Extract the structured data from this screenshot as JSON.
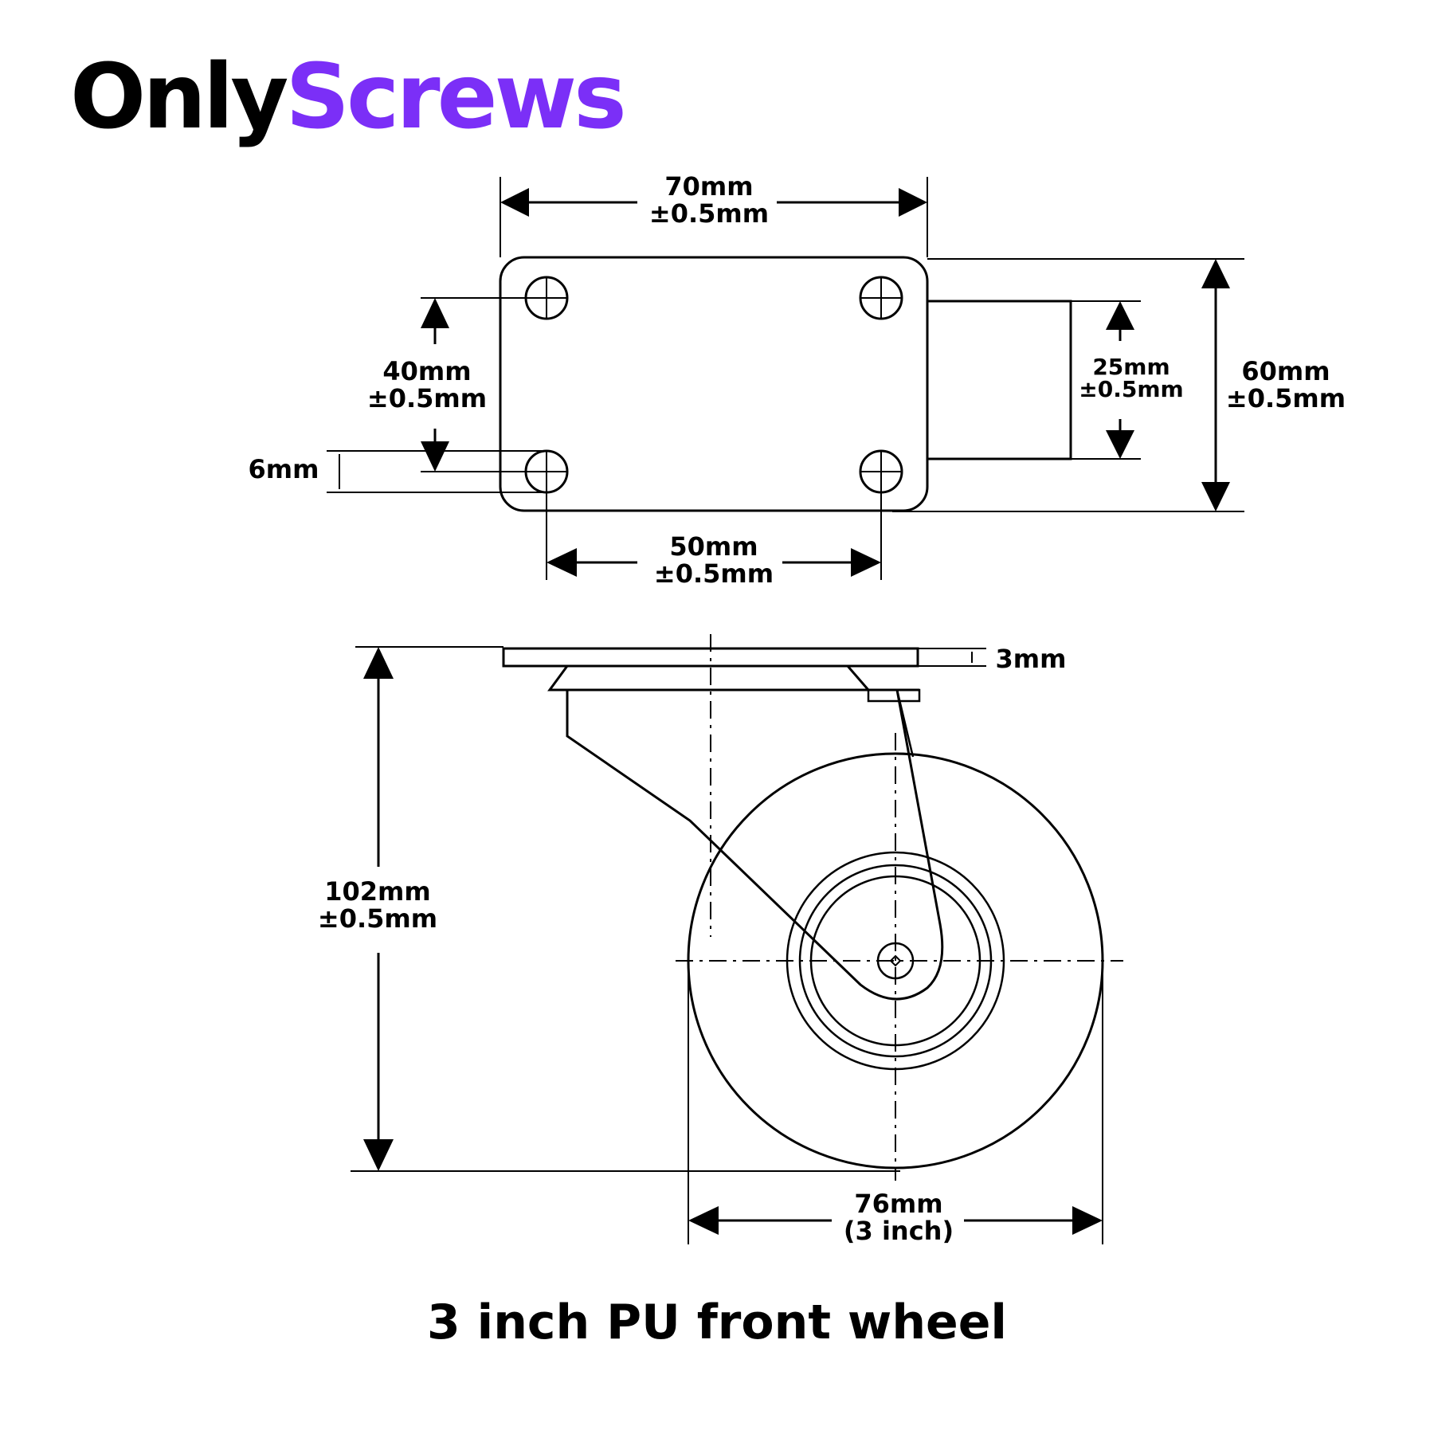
{
  "brand": {
    "part1": "Only",
    "part2": "Screws",
    "part1_color": "#000000",
    "part2_color": "#7B2FF7"
  },
  "top_plate": {
    "width": {
      "value": "70mm",
      "tolerance": "±0.5mm"
    },
    "height": {
      "value": "60mm",
      "tolerance": "±0.5mm"
    },
    "hole_spacing_vertical": {
      "value": "40mm",
      "tolerance": "±0.5mm"
    },
    "hole_spacing_horizontal": {
      "value": "50mm",
      "tolerance": "±0.5mm"
    },
    "hole_diameter": {
      "value": "6mm"
    },
    "stem_width": {
      "value": "25mm",
      "tolerance": "±0.5mm"
    }
  },
  "side_view": {
    "plate_thickness": {
      "value": "3mm"
    },
    "total_height": {
      "value": "102mm",
      "tolerance": "±0.5mm"
    },
    "wheel_diameter": {
      "value": "76mm",
      "sub": "(3 inch)"
    }
  },
  "caption": "3 inch PU front wheel"
}
